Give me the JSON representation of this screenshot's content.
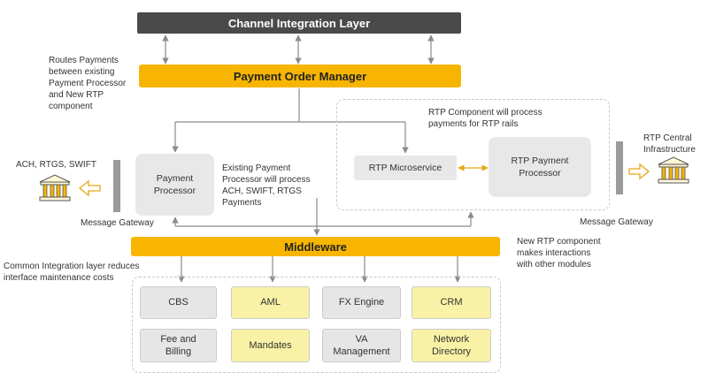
{
  "layers": {
    "channel": "Channel Integration Layer",
    "pom": "Payment Order Manager",
    "middleware": "Middleware"
  },
  "processors": {
    "payment_processor": "Payment\nProcessor",
    "rtp_microservice": "RTP Microservice",
    "rtp_payment_processor": "RTP Payment\nProcessor"
  },
  "notes": {
    "routes": "Routes Payments\nbetween existing\nPayment Processor\nand New RTP\ncomponent",
    "rtp_component": "RTP Component will process\npayments for RTP rails",
    "existing_processor": "Existing Payment\nProcessor will process\nACH, SWIFT, RTGS\nPayments",
    "ach": "ACH, RTGS, SWIFT",
    "rtp_central": "RTP Central\nInfrastructure",
    "gateway_left": "Message Gateway",
    "gateway_right": "Message Gateway",
    "new_rtp": "New RTP component\nmakes interactions\nwith other modules",
    "common_layer": "Common Integration layer reduces\ninterface maintenance costs"
  },
  "modules": [
    {
      "label": "CBS",
      "color": "grey"
    },
    {
      "label": "AML",
      "color": "yellow"
    },
    {
      "label": "FX Engine",
      "color": "grey"
    },
    {
      "label": "CRM",
      "color": "yellow"
    },
    {
      "label": "Fee and\nBilling",
      "color": "grey"
    },
    {
      "label": "Mandates",
      "color": "yellow"
    },
    {
      "label": "VA\nManagement",
      "color": "grey"
    },
    {
      "label": "Network\nDirectory",
      "color": "yellow"
    }
  ],
  "colors": {
    "accent_yellow": "#f7b500",
    "module_yellow": "#f9f2a6",
    "dark_bar": "#4a4a4a",
    "arrow_grey": "#8a8a8a",
    "link_yellow": "#e6a817"
  },
  "icons": {
    "left_bank": "bank-building-icon",
    "right_bank": "bank-building-icon"
  }
}
